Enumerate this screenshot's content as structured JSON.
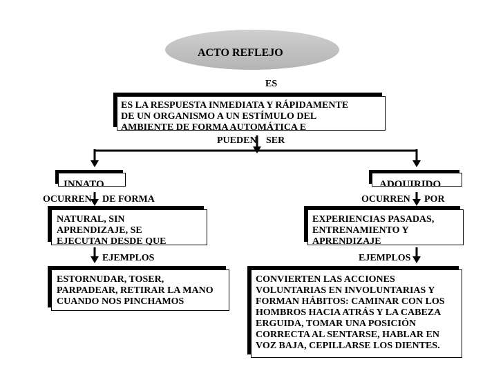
{
  "title": "ACTO REFLEJO",
  "connector_es": "ES",
  "definition_lines": [
    "ES LA RESPUESTA INMEDIATA Y RÁPIDAMENTE",
    "DE UN ORGANISMO A UN ESTÍMULO DEL",
    "AMBIENTE DE FORMA AUTOMÁTICA E"
  ],
  "connector_pueden": "PUEDEN",
  "connector_ser": "SER",
  "left": {
    "title": "INNATO",
    "occur_label": "OCURREN",
    "occur_suffix": "DE FORMA",
    "desc_lines": [
      "NATURAL, SIN",
      "APRENDIZAJE, SE",
      "EJECUTAN DESDE QUE"
    ],
    "examples_label": "EJEMPLOS",
    "example_lines": [
      "ESTORNUDAR, TOSER,",
      "PARPADEAR, RETIRAR LA MANO",
      "CUANDO NOS PINCHAMOS"
    ]
  },
  "right": {
    "title": "ADQUIRIDO",
    "occur_label": "OCURREN",
    "occur_suffix": "POR",
    "desc_lines": [
      "EXPERIENCIAS PASADAS,",
      "ENTRENAMIENTO Y",
      "APRENDIZAJE"
    ],
    "examples_label": "EJEMPLOS",
    "example_lines": [
      "CONVIERTEN LAS ACCIONES",
      "VOLUNTARIAS EN INVOLUNTARIAS Y",
      "FORMAN HÁBITOS: CAMINAR CON LOS",
      "HOMBROS HACIA ATRÁS Y LA CABEZA",
      "ERGUIDA, TOMAR UNA POSICIÓN",
      "CORRECTA AL SENTARSE, HABLAR EN",
      "VOZ BAJA, CEPILLARSE LOS DIENTES."
    ]
  },
  "colors": {
    "ellipse_fill": "#c0c0c0",
    "ellipse_light": "#d8d8d8"
  }
}
